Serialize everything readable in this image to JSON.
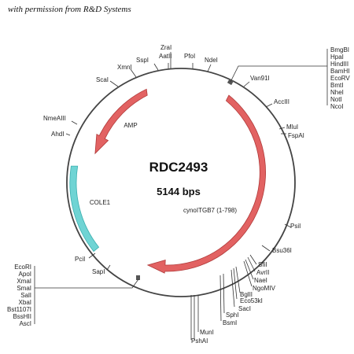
{
  "credit": "with permission from R&D Systems",
  "plasmid": {
    "name": "RDC2493",
    "size": "5144 bps"
  },
  "features": {
    "amp": "AMP",
    "cole1": "COLE1",
    "insert": "cynoITGB7 (1-798)"
  },
  "sites": {
    "zral": "ZraI",
    "aatll": "AatII",
    "pfol": "PfoI",
    "sspl": "SspI",
    "ndel": "NdeI",
    "xmnl": "XmnI",
    "scal": "ScaI",
    "van91l": "Van91I",
    "nmealll": "NmeAIII",
    "acclll": "AccIII",
    "ahdl": "AhdI",
    "mlul": "MluI",
    "fspal": "FspAI",
    "psil": "PsiI",
    "bsu36l": "Bsu36I",
    "pcil": "PciI",
    "sapl": "SapI",
    "sfil": "SfiI",
    "avrll": "AvrII",
    "nael": "NaeI",
    "ngomiv": "NgoMIV",
    "bglll": "BglII",
    "eco53kl": "Eco53kI",
    "sacl": "SacI",
    "sphl": "SphI",
    "bsml": "BsmI",
    "munl": "MunI",
    "pshal": "PshAI"
  },
  "mcs_top": [
    "BmgBI",
    "HpaI",
    "HindIII",
    "BamHI",
    "EcoRV",
    "BmtI",
    "NheI",
    "NotI",
    "NcoI"
  ],
  "mcs_bottom": [
    "EcoRI",
    "ApoI",
    "XmaI",
    "SmaI",
    "SalI",
    "XbaI",
    "Bst1107I",
    "BssHII",
    "AscI"
  ],
  "colors": {
    "amp_arrow": "#e26262",
    "insert_arrow": "#e26262",
    "cole1": "#6fd4d4",
    "backbone": "#444444"
  }
}
